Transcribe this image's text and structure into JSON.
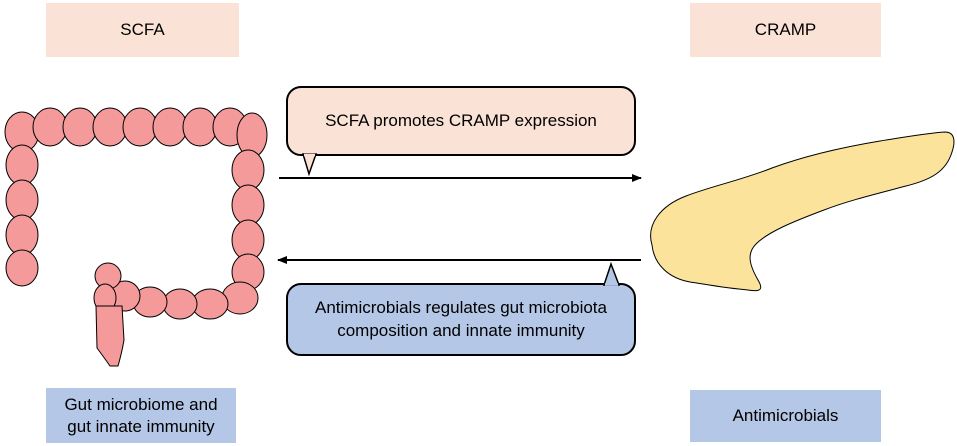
{
  "labels": {
    "scfa": "SCFA",
    "cramp": "CRAMP",
    "gut": "Gut microbiome and\ngut innate immunity",
    "antimicrobials": "Antimicrobials"
  },
  "callouts": {
    "top": "SCFA promotes CRAMP expression",
    "bottom": "Antimicrobials regulates gut microbiota composition and innate immunity"
  },
  "colors": {
    "peach": "#fae3d6",
    "blue": "#b4c7e7",
    "colon": "#f59a9a",
    "pancreas": "#fbe39c",
    "arrow": "#000000"
  },
  "icons": {
    "colon": "large-intestine-icon",
    "pancreas": "pancreas-icon"
  }
}
